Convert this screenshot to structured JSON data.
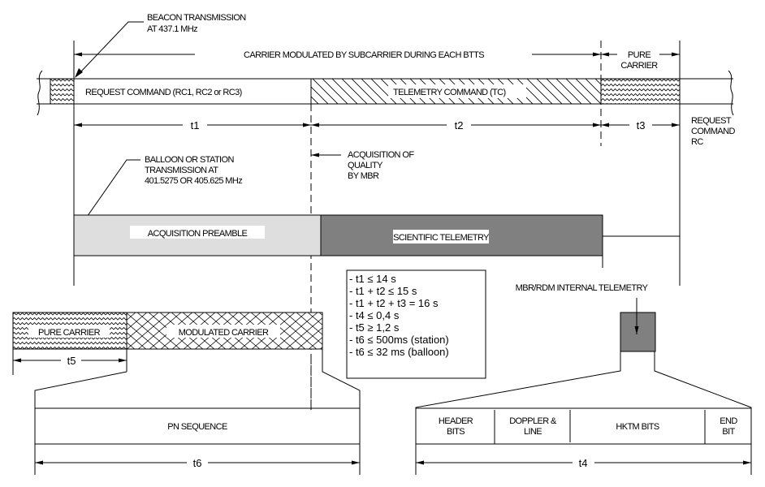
{
  "diagram": {
    "top_annotations": {
      "beacon": [
        "BEACON TRANSMISSION",
        "AT 437.1 MHz"
      ],
      "carrier_modulated": "CARRIER MODULATED BY SUBCARRIER DURING EACH BTTS",
      "pure_carrier": [
        "PURE",
        "CARRIER"
      ]
    },
    "uplink_bar": {
      "request_command": "REQUEST COMMAND (RC1, RC2 or RC3)",
      "telemetry_command": "TELEMETRY COMMAND (TC)"
    },
    "durations": {
      "t1": "t1",
      "t2": "t2",
      "t3": "t3",
      "t4": "t4",
      "t5": "t5",
      "t6": "t6"
    },
    "request_command_rc": [
      "REQUEST",
      "COMMAND",
      "RC"
    ],
    "balloon_station": [
      "BALLOON OR STATION",
      "TRANSMISSION AT",
      "401.5275 OR 405.625 MHz"
    ],
    "acquisition_quality": [
      "ACQUISITION OF",
      "QUALITY",
      "BY MBR"
    ],
    "downlink_bar": {
      "preamble": "ACQUISITION PREAMBLE",
      "scientific": "SCIENTIFIC TELEMETRY"
    },
    "constraints": [
      "- t1 ≤ 14 s",
      "- t1 + t2 ≤ 15 s",
      "- t1 + t2 + t3 = 16 s",
      "- t4 ≤ 0,4 s",
      "- t5 ≥ 1,2 s",
      "- t6 ≤ 500ms (station)",
      "- t6 ≤ 32 ms (balloon)"
    ],
    "preamble_detail": {
      "pure_carrier": "PURE CARRIER",
      "modulated_carrier": "MODULATED CARRIER",
      "pn_sequence": "PN SEQUENCE"
    },
    "internal_telemetry": {
      "title": "MBR/RDM INTERNAL TELEMETRY",
      "fields": [
        [
          "HEADER",
          "BITS"
        ],
        [
          "DOPPLER &",
          "LINE"
        ],
        [
          "HKTM BITS"
        ],
        [
          "END",
          "BIT"
        ]
      ]
    },
    "colors": {
      "preamble_fill": "#dedede",
      "scientific_fill": "#808080",
      "internal_block_fill": "#808080"
    }
  }
}
